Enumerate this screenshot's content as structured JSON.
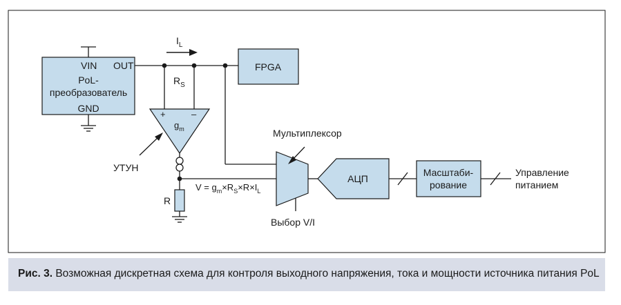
{
  "diagram": {
    "current_label_base": "I",
    "current_label_sub": "L",
    "converter": {
      "vin": "VIN",
      "out": "OUT",
      "name_line1": "PoL-",
      "name_line2": "преобразователь",
      "gnd": "GND"
    },
    "fpga": "FPGA",
    "rs_base": "R",
    "rs_sub": "S",
    "amp": {
      "plus": "+",
      "minus": "–",
      "gm_base": "g",
      "gm_sub": "m"
    },
    "utun": "УТУН",
    "resistor": "R",
    "formula": {
      "p1": "V = g",
      "s1": "m",
      "p2": "×R",
      "s2": "S",
      "p3": "×R×I",
      "s3": "L"
    },
    "mux_label": "Мультиплексор",
    "mux_select": "Выбор V/I",
    "adc": "АЦП",
    "scaling_line1": "Масштаби-",
    "scaling_line2": "рование",
    "power_mgmt_line1": "Управление",
    "power_mgmt_line2": "питанием"
  },
  "caption": {
    "prefix": "Рис. 3.",
    "text": " Возможная дискретная схема для контроля выходного напряжения, тока и мощности источника питания PoL"
  },
  "colors": {
    "block_fill": "#c5dcec",
    "line": "#1a1a1a",
    "caption_bg": "#d9dde8"
  }
}
